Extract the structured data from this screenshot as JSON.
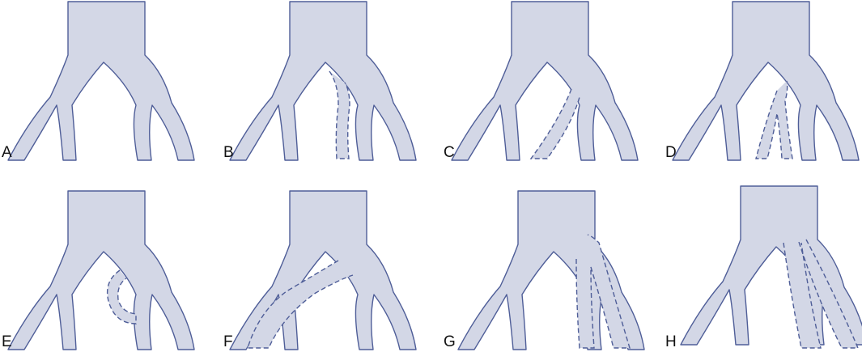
{
  "figure": {
    "panels": [
      {
        "label": "A",
        "variant": "normal"
      },
      {
        "label": "B",
        "variant": "accessory-vessel-from-trunk"
      },
      {
        "label": "C",
        "variant": "crossing-vessel"
      },
      {
        "label": "D",
        "variant": "bifid-crossing-vessel"
      },
      {
        "label": "E",
        "variant": "looping-vessel"
      },
      {
        "label": "F",
        "variant": "oblique-accessory-vessel"
      },
      {
        "label": "G",
        "variant": "paired-vessels-from-side"
      },
      {
        "label": "H",
        "variant": "paired-vessels-from-base"
      }
    ],
    "colors": {
      "fill": "#d3d7e6",
      "stroke": "#4f5e98",
      "label": "#111111"
    }
  }
}
